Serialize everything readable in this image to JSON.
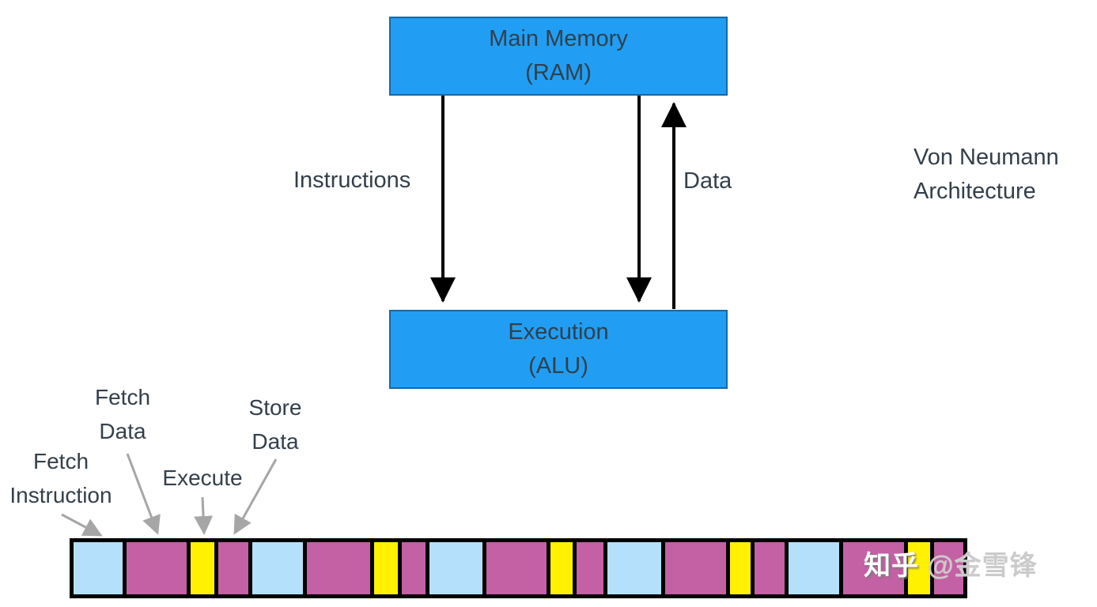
{
  "diagram": {
    "title": {
      "line1": "Von Neumann",
      "line2": "Architecture"
    },
    "boxes": {
      "memory": {
        "line1": "Main Memory",
        "line2": "(RAM)"
      },
      "execution": {
        "line1": "Execution",
        "line2": "(ALU)"
      }
    },
    "flows": {
      "instructions_label": "Instructions",
      "data_label": "Data"
    }
  },
  "timeline": {
    "labels": {
      "fetch_instruction": {
        "line1": "Fetch",
        "line2": "Instruction"
      },
      "fetch_data": {
        "line1": "Fetch",
        "line2": "Data"
      },
      "execute": "Execute",
      "store_data": {
        "line1": "Store",
        "line2": "Data"
      }
    },
    "colors": {
      "fetch-instruction": "#b5e0fb",
      "fetch-data": "#c361a4",
      "execute": "#fff100",
      "store-data": "#c361a4"
    },
    "segments": [
      {
        "phase": "fetch-instruction",
        "width": 61
      },
      {
        "phase": "fetch-data",
        "width": 74
      },
      {
        "phase": "execute",
        "width": 30
      },
      {
        "phase": "store-data",
        "width": 37
      },
      {
        "phase": "fetch-instruction",
        "width": 62
      },
      {
        "phase": "fetch-data",
        "width": 79
      },
      {
        "phase": "execute",
        "width": 29
      },
      {
        "phase": "store-data",
        "width": 30
      },
      {
        "phase": "fetch-instruction",
        "width": 65
      },
      {
        "phase": "fetch-data",
        "width": 75
      },
      {
        "phase": "execute",
        "width": 27
      },
      {
        "phase": "store-data",
        "width": 33
      },
      {
        "phase": "fetch-instruction",
        "width": 67
      },
      {
        "phase": "fetch-data",
        "width": 75
      },
      {
        "phase": "execute",
        "width": 26
      },
      {
        "phase": "store-data",
        "width": 37
      },
      {
        "phase": "fetch-instruction",
        "width": 63
      },
      {
        "phase": "fetch-data",
        "width": 75
      },
      {
        "phase": "execute",
        "width": 28
      },
      {
        "phase": "store-data",
        "width": 36
      }
    ]
  },
  "watermark": {
    "brand": "知乎",
    "handle": "@金雪锋"
  },
  "palette": {
    "box_blue": "#219ef3",
    "box_border": "#1668a3",
    "text_dark": "#333f4b",
    "segment_light_blue": "#b5e0fb",
    "segment_magenta": "#c361a4",
    "segment_yellow": "#fff100",
    "bar_border": "#000000",
    "pointer_gray": "#a6a6a6"
  }
}
